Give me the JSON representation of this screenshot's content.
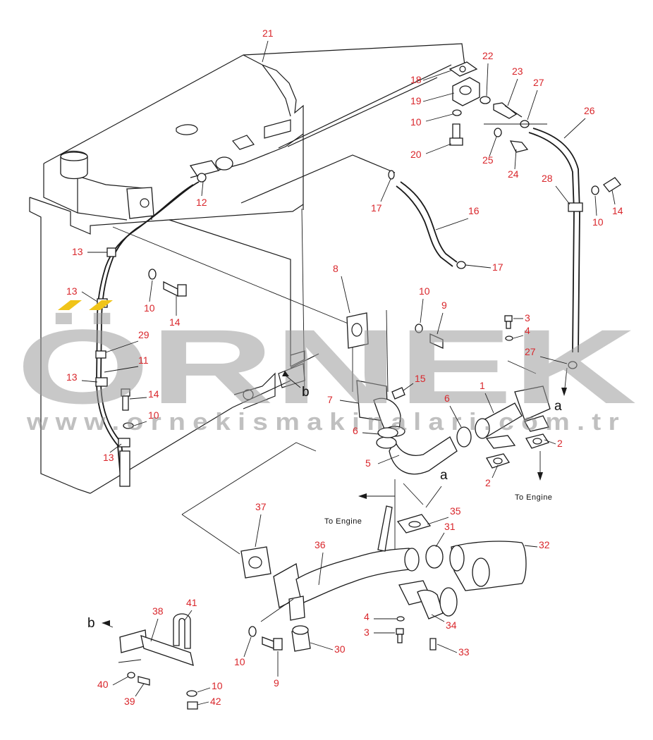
{
  "watermark": {
    "brand": "ÖRNEK",
    "url": "www.ornekismakinalari.com.tr",
    "accent_color": "#f0c419"
  },
  "labels": {
    "top_right": [
      "21",
      "18",
      "22",
      "19",
      "23",
      "27",
      "10",
      "26",
      "20",
      "25",
      "24",
      "28",
      "10",
      "14",
      "17",
      "16",
      "17",
      "12"
    ],
    "p1": "1",
    "p2a": "2",
    "p2b": "2",
    "p3a": "3",
    "p3b": "3",
    "p4a": "4",
    "p4b": "4",
    "p5": "5",
    "p6a": "6",
    "p6b": "6",
    "p7": "7",
    "p8": "8",
    "p9a": "9",
    "p9b": "9",
    "p10a": "10",
    "p10b": "10",
    "p10c": "10",
    "p10d": "10",
    "p10e": "10",
    "p10f": "10",
    "p10g": "10",
    "p11": "11",
    "p12": "12",
    "p13a": "13",
    "p13b": "13",
    "p13c": "13",
    "p13d": "13",
    "p14a": "14",
    "p14b": "14",
    "p14c": "14",
    "p15": "15",
    "p16": "16",
    "p17a": "17",
    "p17b": "17",
    "p18": "18",
    "p19": "19",
    "p20": "20",
    "p21": "21",
    "p22": "22",
    "p23": "23",
    "p24": "24",
    "p25": "25",
    "p26": "26",
    "p27a": "27",
    "p27b": "27",
    "p28": "28",
    "p29": "29",
    "p30": "30",
    "p31": "31",
    "p32": "32",
    "p33": "33",
    "p34": "34",
    "p35": "35",
    "p36": "36",
    "p37": "37",
    "p38": "38",
    "p39": "39",
    "p40": "40",
    "p41": "41",
    "p42": "42"
  },
  "notes": {
    "to_engine_right": "To Engine",
    "to_engine_left": "To Engine"
  },
  "refs": {
    "a_right": "a",
    "a_lower": "a",
    "b_mid": "b",
    "b_lower": "b"
  }
}
